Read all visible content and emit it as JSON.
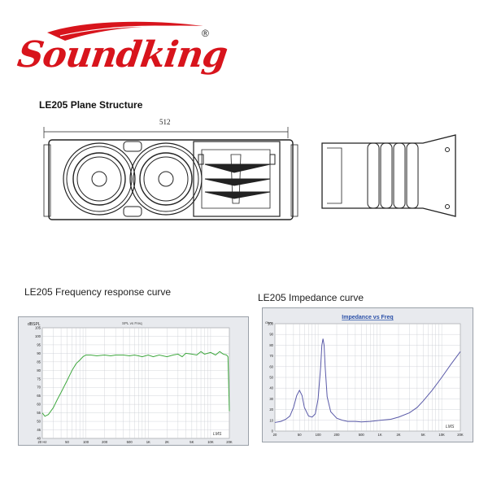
{
  "brand": {
    "name": "Soundking",
    "registered": "®",
    "color": "#d8141c"
  },
  "plane_section": {
    "title": "LE205 Plane Structure",
    "dimension_label": "512"
  },
  "freq_section": {
    "title": "LE205 Frequency response curve"
  },
  "imp_section": {
    "title": "LE205  Impedance curve"
  },
  "chart_data": [
    {
      "type": "line",
      "ylabel": "dBSPL",
      "plot_label": "SPL vs Freq",
      "watermark": "LMS",
      "y_ticks": [
        "105",
        "100",
        "95",
        "90",
        "85",
        "80",
        "75",
        "70",
        "65",
        "60",
        "55",
        "50",
        "45",
        "40"
      ],
      "x_ticks": [
        "20 Hz",
        "50",
        "100",
        "200",
        "500",
        "1K",
        "2K",
        "5K",
        "10K",
        "20K"
      ],
      "xlim": [
        20,
        20000
      ],
      "ylim": [
        40,
        105
      ],
      "x_scale": "log",
      "grid": true,
      "line_color": "#3fa83f",
      "series": [
        {
          "x": [
            20,
            22,
            25,
            30,
            35,
            40,
            50,
            60,
            70,
            80,
            90,
            100,
            120,
            150,
            200,
            250,
            300,
            400,
            500,
            600,
            700,
            800,
            1000,
            1200,
            1500,
            2000,
            2500,
            3000,
            3500,
            4000,
            5000,
            6000,
            7000,
            8000,
            10000,
            12000,
            14000,
            16000,
            18000,
            19000,
            20000
          ],
          "y": [
            55,
            53,
            54,
            58,
            63,
            67,
            74,
            80,
            84,
            86,
            88,
            89,
            89,
            88.5,
            89,
            88.5,
            89,
            89,
            88.5,
            89,
            88.5,
            88,
            89,
            88,
            89,
            88,
            89,
            89.5,
            88,
            90,
            89.5,
            89,
            91,
            89.5,
            90.5,
            89,
            91,
            89.5,
            89,
            88,
            56
          ]
        }
      ]
    },
    {
      "type": "line",
      "title": "Impedance vs Freq",
      "ylabel": "Ohm",
      "watermark": "LMS",
      "y_ticks": [
        "100",
        "90",
        "80",
        "70",
        "60",
        "50",
        "40",
        "30",
        "20",
        "10",
        "0"
      ],
      "x_ticks": [
        "20",
        "50",
        "100",
        "200",
        "500",
        "1K",
        "2K",
        "5K",
        "10K",
        "20K"
      ],
      "xlim": [
        20,
        20000
      ],
      "ylim": [
        0,
        100
      ],
      "x_scale": "log",
      "grid": true,
      "line_color": "#5a5aa8",
      "series": [
        {
          "x": [
            20,
            25,
            30,
            35,
            40,
            45,
            50,
            55,
            60,
            70,
            80,
            90,
            100,
            110,
            115,
            120,
            125,
            130,
            140,
            160,
            200,
            250,
            300,
            400,
            500,
            700,
            1000,
            1500,
            2000,
            3000,
            4000,
            5000,
            7000,
            10000,
            14000,
            20000
          ],
          "y": [
            8,
            9,
            11,
            14,
            22,
            33,
            38,
            33,
            22,
            14,
            13,
            16,
            30,
            60,
            80,
            86,
            80,
            60,
            32,
            18,
            12,
            10,
            9,
            9,
            8.5,
            9,
            10,
            11,
            13,
            17,
            22,
            28,
            38,
            50,
            62,
            74
          ]
        }
      ]
    }
  ]
}
